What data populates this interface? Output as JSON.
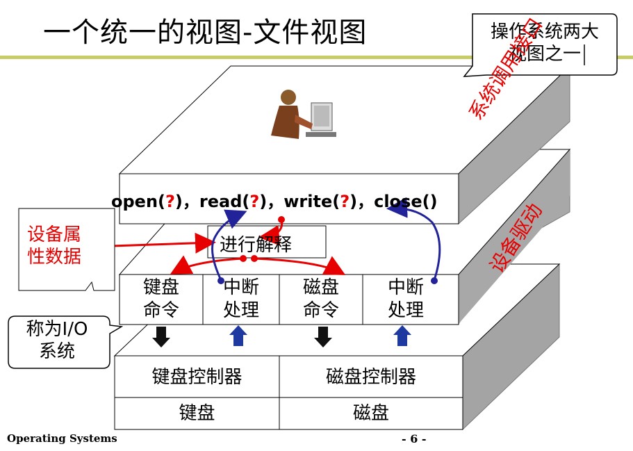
{
  "title": "一个统一的视图-文件视图",
  "callouts": {
    "top_right_line1": "操作系统两大",
    "top_right_line2": "视图之一",
    "left_red_line1": "设备属",
    "left_red_line2": "性数据",
    "left_io_line1": "称为I/O",
    "left_io_line2": "系统"
  },
  "layers": {
    "syscall_side": "系统调用接口",
    "driver_side": "设备驱动",
    "api_line": {
      "open": "open(",
      "q1": "?",
      "close1": ")，",
      "read": "read(",
      "q2": "?",
      "close2": ")，",
      "write": "write(",
      "q3": "?",
      "close3": ")，",
      "close_fn": "close()"
    },
    "interpret": "进行解释"
  },
  "driver_cells": [
    {
      "line1": "键盘",
      "line2": "命令"
    },
    {
      "line1": "中断",
      "line2": "处理"
    },
    {
      "line1": "磁盘",
      "line2": "命令"
    },
    {
      "line1": "中断",
      "line2": "处理"
    }
  ],
  "controllers": [
    "键盘控制器",
    "磁盘控制器"
  ],
  "devices": [
    "键盘",
    "磁盘"
  ],
  "footer": {
    "course": "Operating Systems",
    "page": "- 6 -"
  },
  "icons": [
    "person-at-computer-icon"
  ],
  "colors": {
    "accent_red": "#e60000",
    "arrow_blue": "#222299",
    "block_shadow": "#a0a0a0",
    "title_rule": "#c8cc66"
  }
}
